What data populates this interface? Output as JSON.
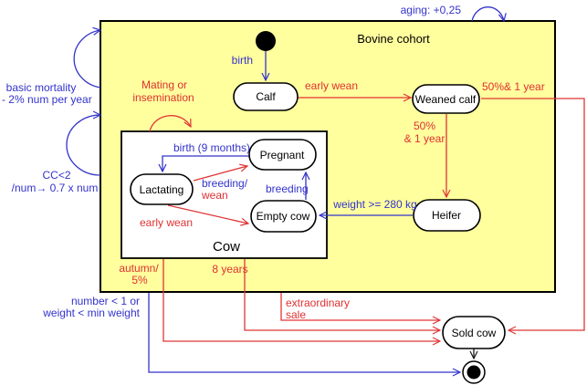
{
  "diagram": {
    "outer_title": "Bovine cohort",
    "inner_title": "Cow",
    "colors": {
      "blue": "#3333cc",
      "red": "#e03535",
      "cohort_fill": "#ffff9e",
      "state_fill": "#ffffff",
      "border": "#000000"
    },
    "states": {
      "calf": {
        "label": "Calf"
      },
      "weaned_calf": {
        "label": "Weaned calf"
      },
      "heifer": {
        "label": "Heifer"
      },
      "pregnant": {
        "label": "Pregnant"
      },
      "lactating": {
        "label": "Lactating"
      },
      "empty_cow": {
        "label": "Empty cow"
      },
      "sold_cow": {
        "label": "Sold cow"
      }
    },
    "transitions": {
      "aging": "aging: +0,25",
      "basic_mortality_line1": "basic mortality",
      "basic_mortality_line2": "/ - 2% num per year",
      "cc_line1": "CC<2",
      "cc_line2": "/num→ 0.7 x num",
      "mating_line1": "Mating or",
      "mating_line2": "insemination",
      "birth": "birth",
      "early_wean_calf": "early wean",
      "fifty_one_year_inline": "50%& 1 year",
      "fifty_line1": "50%",
      "fifty_line2": "& 1 year",
      "birth_9_months": "birth (9 months)",
      "breeding_slash": "breeding/",
      "wean": "wean",
      "breeding": "breeding",
      "early_wean_inner": "early wean",
      "weight_280": "weight >= 280 kg",
      "autumn_line1": "autumn/",
      "autumn_line2": "5%",
      "eight_years": "8 years",
      "number_line1": "number < 1 or",
      "number_line2": "weight < min weight",
      "extraordinary_line1": "extraordinary",
      "extraordinary_line2": "sale"
    }
  }
}
